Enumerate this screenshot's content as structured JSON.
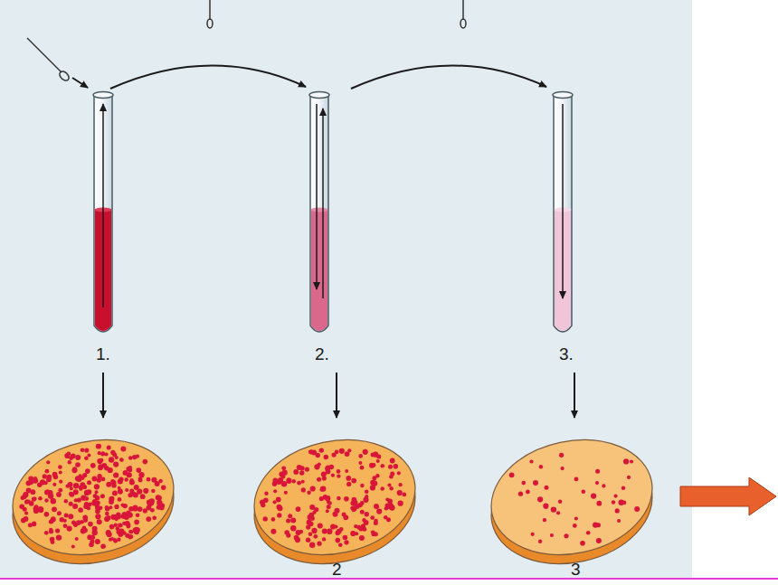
{
  "diagram": {
    "labels": [
      "1.",
      "2.",
      "3.",
      "2",
      "3"
    ]
  }
}
